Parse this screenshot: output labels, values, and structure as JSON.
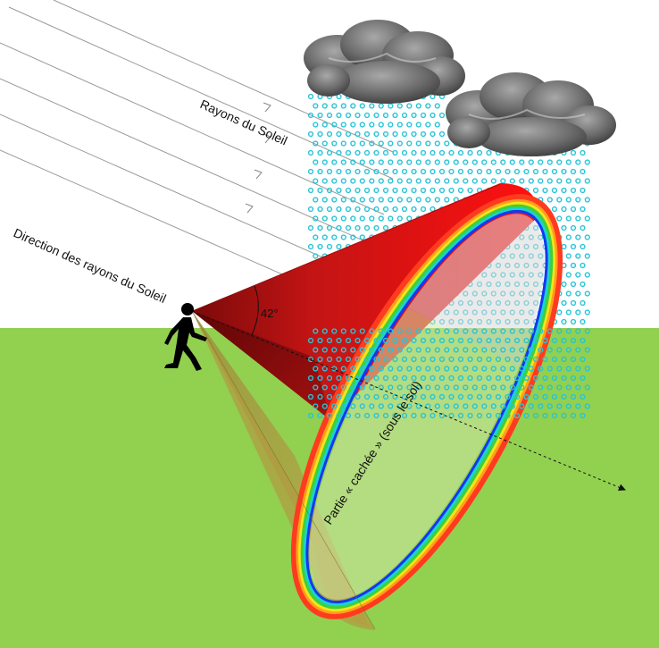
{
  "labels": {
    "sun_rays": "Rayons du Soleil",
    "sun_direction": "Direction des rayons du Soleil",
    "angle": "42°",
    "hidden_part": "Partie « cachée » (sous le sol)"
  },
  "colors": {
    "sky": "#ffffff",
    "ground": "#92d050",
    "cone_visible": "#e02020",
    "cone_hidden": "#a38a3a",
    "rain_drops": "#27c4d6",
    "cloud": "#6e6e6e",
    "person": "#000000",
    "rainbow": [
      "#ff3b1f",
      "#ff9f1c",
      "#f4e41a",
      "#3ecf3e",
      "#19d3d3",
      "#1438f0"
    ]
  },
  "icons": {
    "person": "walking-person-icon",
    "cloud": "cloud-icon"
  }
}
